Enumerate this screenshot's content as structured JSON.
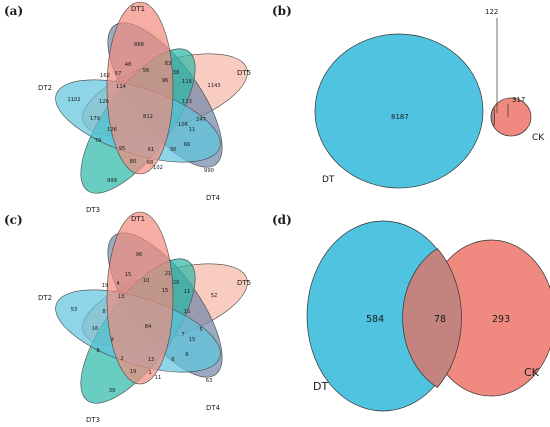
{
  "panels": {
    "a": {
      "label": "(a)",
      "sets": [
        "DT1",
        "DT2",
        "DT3",
        "DT4",
        "DT5"
      ],
      "colors": [
        "#f28b7d",
        "#5cc3dd",
        "#2bb8a6",
        "#6f86a8",
        "#f7b7a8"
      ],
      "counts": [
        "868",
        "1102",
        "999",
        "990",
        "1143",
        "48",
        "83",
        "162",
        "57",
        "56",
        "38",
        "116",
        "114",
        "96",
        "126",
        "179",
        "812",
        "113",
        "247",
        "106",
        "11",
        "126",
        "79",
        "61",
        "30",
        "95",
        "66",
        "80",
        "68",
        "102"
      ]
    },
    "b": {
      "label": "(b)",
      "sets": [
        "DT",
        "CK"
      ],
      "colors": [
        "#4fc3e0",
        "#f08a80"
      ],
      "counts": [
        "8187",
        "122",
        "317"
      ]
    },
    "c": {
      "label": "(c)",
      "sets": [
        "DT1",
        "DT2",
        "DT3",
        "DT4",
        "DT5"
      ],
      "colors": [
        "#f28b7d",
        "#5cc3dd",
        "#2bb8a6",
        "#6f86a8",
        "#f7b7a8"
      ],
      "counts": [
        "96",
        "53",
        "39",
        "63",
        "52",
        "15",
        "21",
        "19",
        "4",
        "10",
        "20",
        "11",
        "13",
        "15",
        "8",
        "16",
        "84",
        "15",
        "5",
        "7",
        "15",
        "9",
        "8",
        "13",
        "6",
        "2",
        "6",
        "19",
        "1",
        "11"
      ]
    },
    "d": {
      "label": "(d)",
      "sets": [
        "DT",
        "CK"
      ],
      "colors": [
        "#4fc3e0",
        "#f08a80"
      ],
      "counts": [
        "584",
        "78",
        "293"
      ]
    }
  }
}
